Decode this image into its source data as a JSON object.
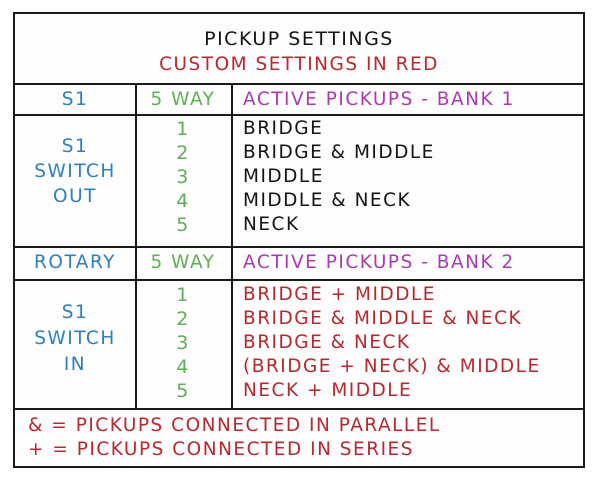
{
  "header": {
    "title": "PICKUP SETTINGS",
    "subtitle": "CUSTOM SETTINGS IN RED"
  },
  "bank1": {
    "col1": "S1",
    "col2": "5 WAY",
    "col3": "ACTIVE PICKUPS - BANK 1",
    "switch_state": [
      "S1",
      "SWITCH",
      "OUT"
    ],
    "rows": [
      {
        "pos": "1",
        "setting": "BRIDGE"
      },
      {
        "pos": "2",
        "setting": "BRIDGE & MIDDLE"
      },
      {
        "pos": "3",
        "setting": "MIDDLE"
      },
      {
        "pos": "4",
        "setting": "MIDDLE & NECK"
      },
      {
        "pos": "5",
        "setting": "NECK"
      }
    ]
  },
  "bank2": {
    "col1": "ROTARY",
    "col2": "5 WAY",
    "col3": "ACTIVE PICKUPS - BANK 2",
    "switch_state": [
      "S1",
      "SWITCH",
      "IN"
    ],
    "rows": [
      {
        "pos": "1",
        "setting": "BRIDGE + MIDDLE"
      },
      {
        "pos": "2",
        "setting": "BRIDGE & MIDDLE & NECK"
      },
      {
        "pos": "3",
        "setting": "BRIDGE & NECK"
      },
      {
        "pos": "4",
        "setting": "(BRIDGE + NECK) & MIDDLE"
      },
      {
        "pos": "5",
        "setting": "NECK + MIDDLE"
      }
    ]
  },
  "legend": [
    "& = PICKUPS CONNECTED IN PARALLEL",
    "+ = PICKUPS CONNECTED IN SERIES"
  ],
  "colors": {
    "black_text": "#141414",
    "custom_red": "#b5292f",
    "switch_blue": "#2f7fb8",
    "position_green": "#5fae58",
    "header_purple": "#a93bb0"
  }
}
